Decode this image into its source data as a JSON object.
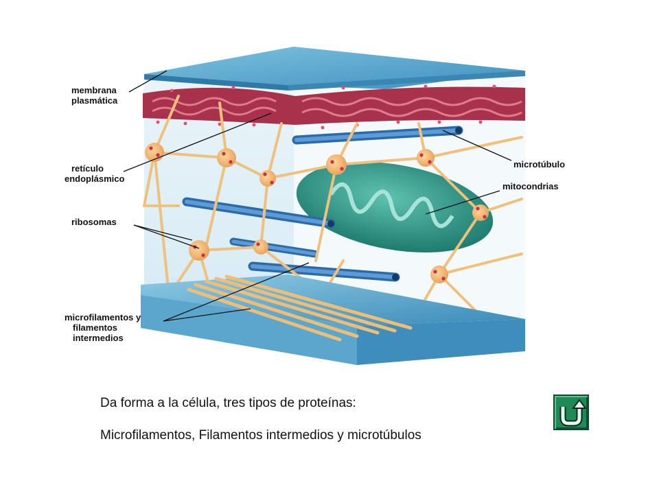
{
  "labels": {
    "membrana_line1": "membrana",
    "membrana_line2": "plasmática",
    "reticulo_line1": "retículo",
    "reticulo_line2": "endoplásmico",
    "ribosomas": "ribosomas",
    "microfilamentos_line1": "microfilamentos y",
    "microfilamentos_line2": "filamentos",
    "microfilamentos_line3": "intermedios",
    "microtubulo": "microtúbulo",
    "mitocondrias": "mitocondrias"
  },
  "caption": {
    "line1": "Da forma a la célula, tres tipos de proteínas:",
    "line2": "Microfilamentos, Filamentos intermedios y microtúbulos"
  },
  "nav": {
    "back_icon": "u-turn-back-icon"
  },
  "colors": {
    "membrane_blue": "#5aa6cc",
    "reticulum": "#a8324c",
    "microtubule": "#3f7ec4",
    "mitochondria": "#2f9a88",
    "filaments": "#f0c27a",
    "nav_button": "#1f8a58"
  }
}
